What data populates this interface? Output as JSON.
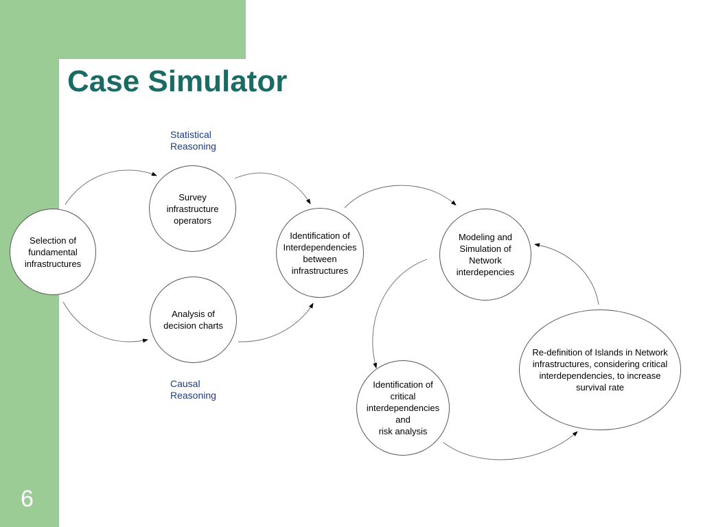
{
  "slide": {
    "title": "Case Simulator",
    "page_number": "6"
  },
  "labels": {
    "statistical": "Statistical\nReasoning",
    "causal": "Causal\nReasoning"
  },
  "nodes": {
    "selection": "Selection of\nfundamental\ninfrastructures",
    "survey": "Survey\ninfrastructure\noperators",
    "analysis": "Analysis of\ndecision charts",
    "identification_interdependencies": "Identification of\nInterdependencies\nbetween\ninfrastructures",
    "modeling": "Modeling and\nSimulation of\nNetwork\ninterdepencies",
    "redefinition": "Re-definition of Islands in Network\ninfrastructures, considering critical\ninterdependencies, to increase\nsurvival rate",
    "critical": "Identification of\ncritical\ninterdependencies\nand\nrisk analysis"
  },
  "colors": {
    "green": "#9ccc96",
    "title": "#1a6b63",
    "reasoning_text": "#1e3d82"
  }
}
